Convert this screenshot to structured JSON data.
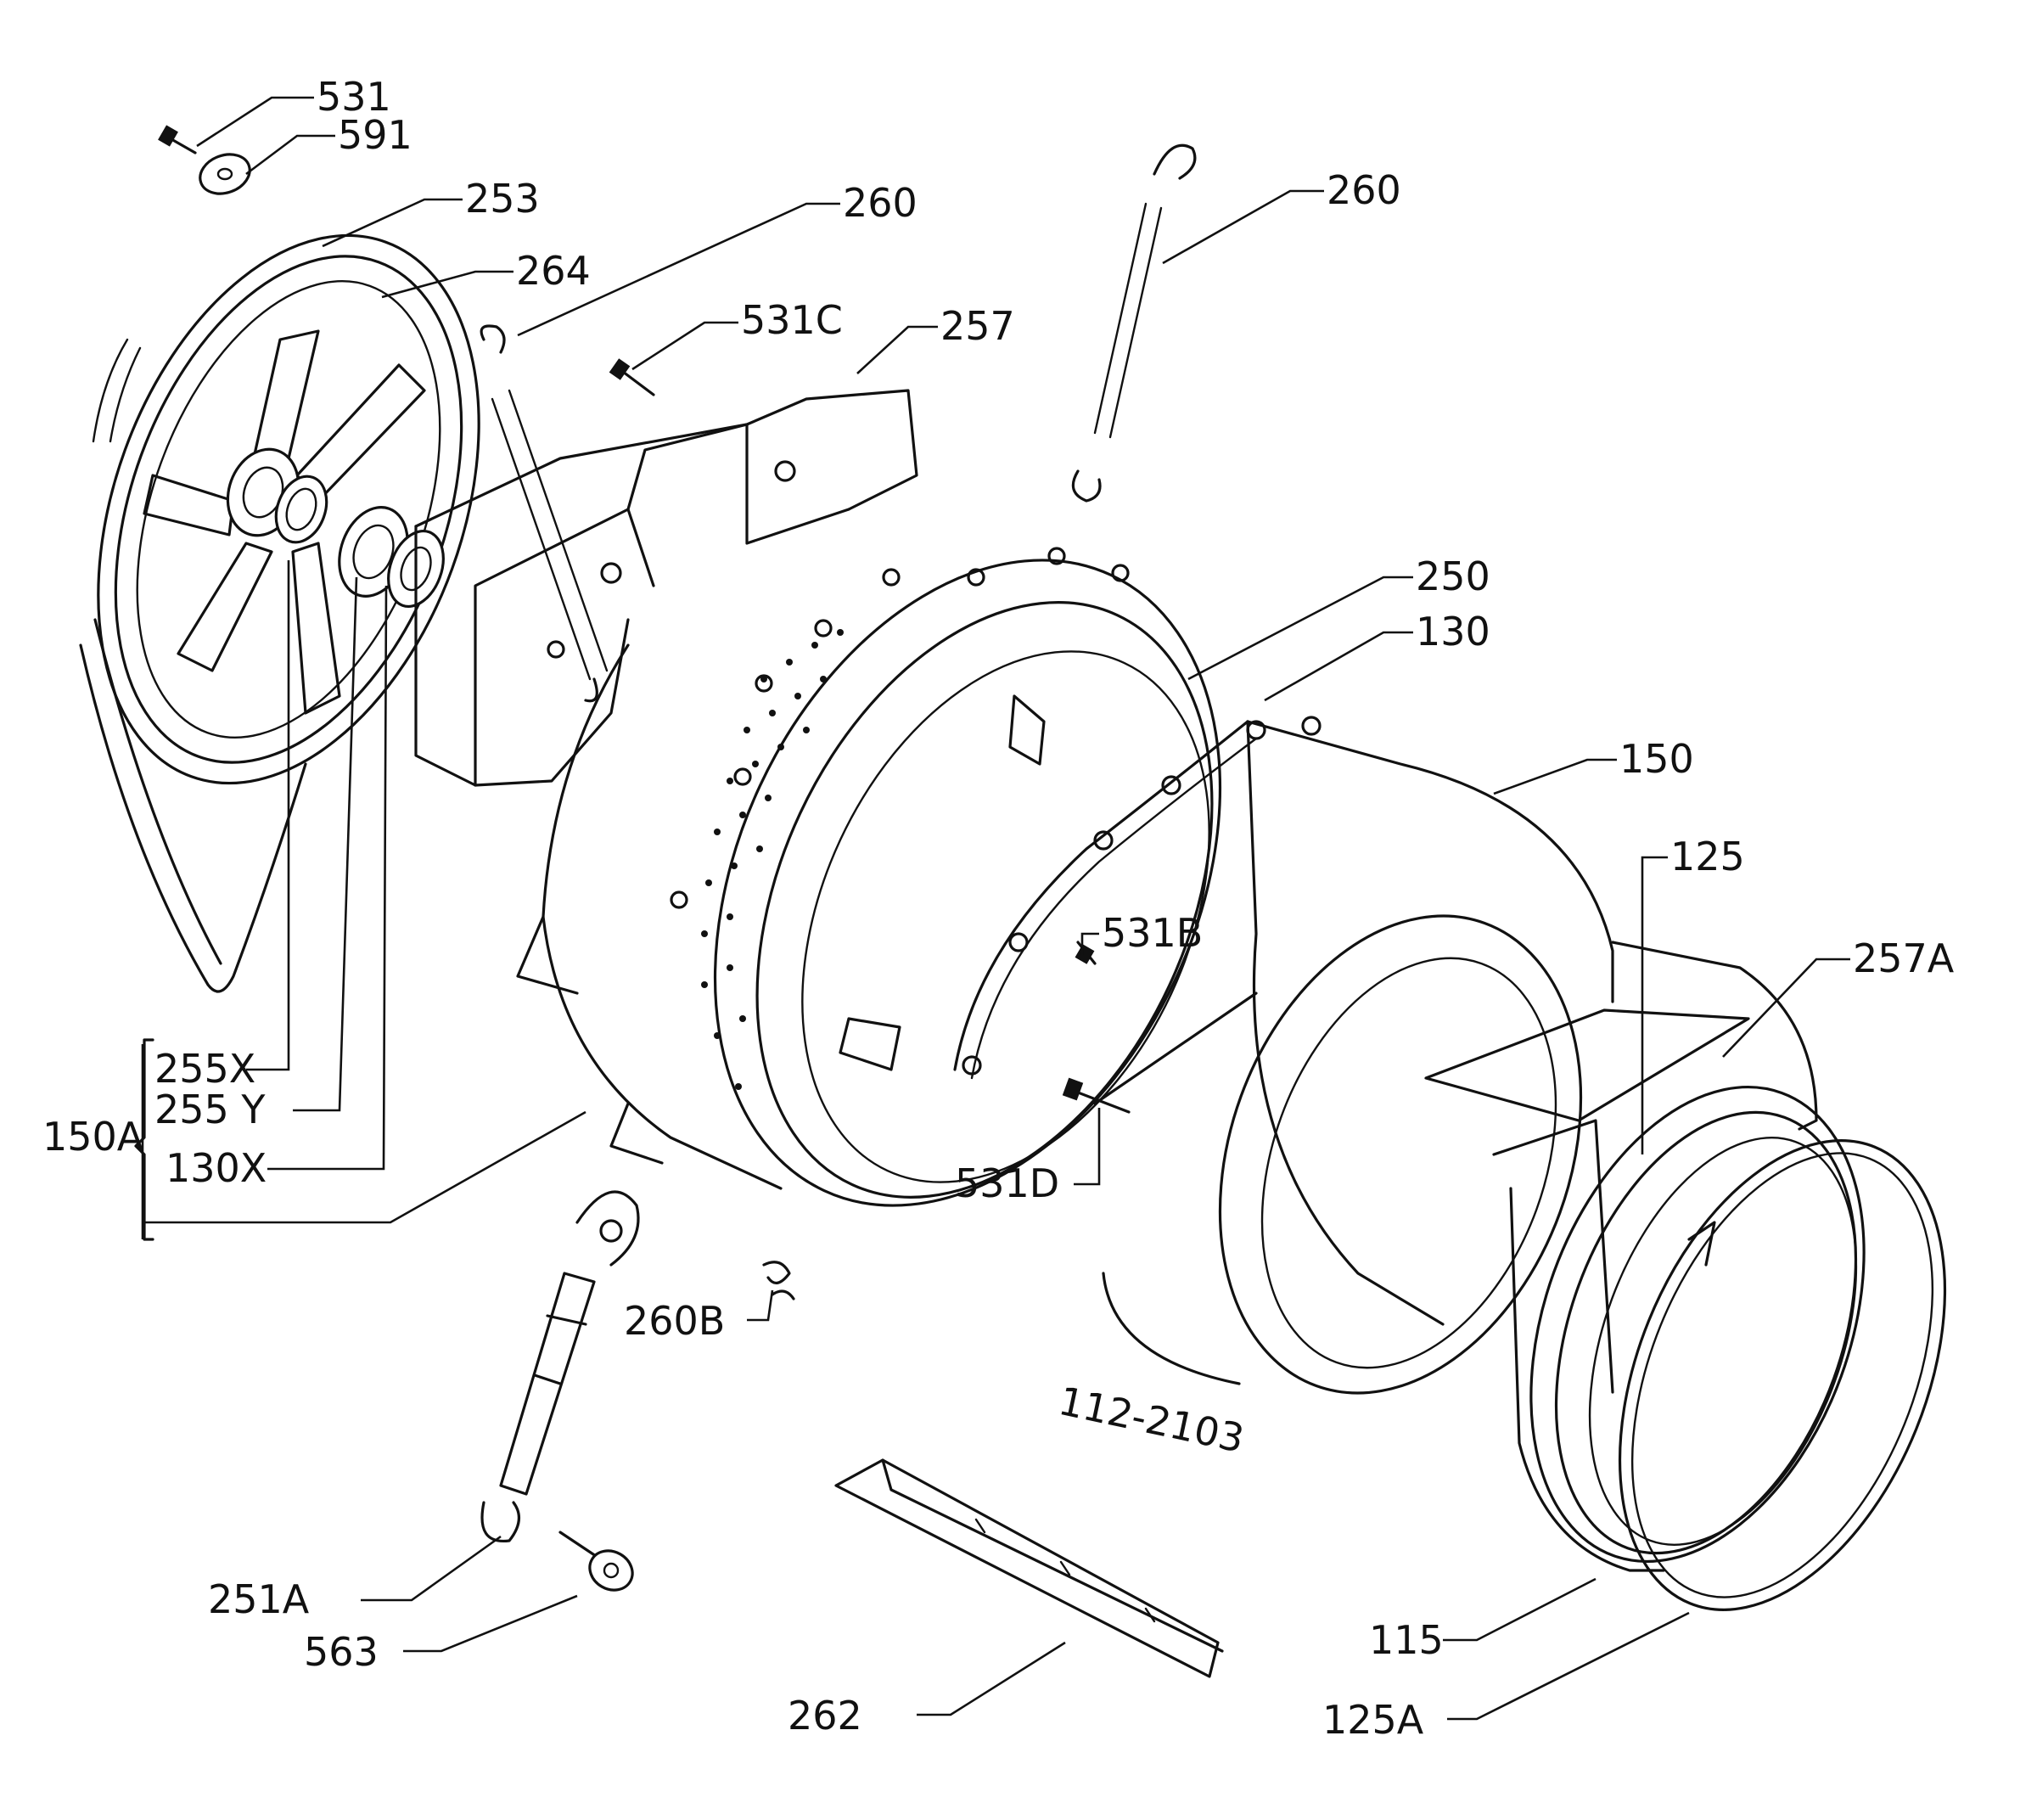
{
  "diagram": {
    "labels": {
      "p531": "531",
      "p591": "591",
      "p253": "253",
      "p264": "264",
      "p260_top": "260",
      "p260_right": "260",
      "p531c": "531C",
      "p257": "257",
      "p250": "250",
      "p130": "130",
      "p150": "150",
      "p125": "125",
      "p257a": "257A",
      "p531b": "531B",
      "p531d": "531D",
      "p255x": "255X",
      "p255y": "255  Y",
      "p150a": "150A",
      "p130x": "130X",
      "p260b": "260B",
      "p251a": "251A",
      "p563": "563",
      "p262": "262",
      "p115": "115",
      "p125a": "125A"
    },
    "stamp": "112-2103"
  }
}
